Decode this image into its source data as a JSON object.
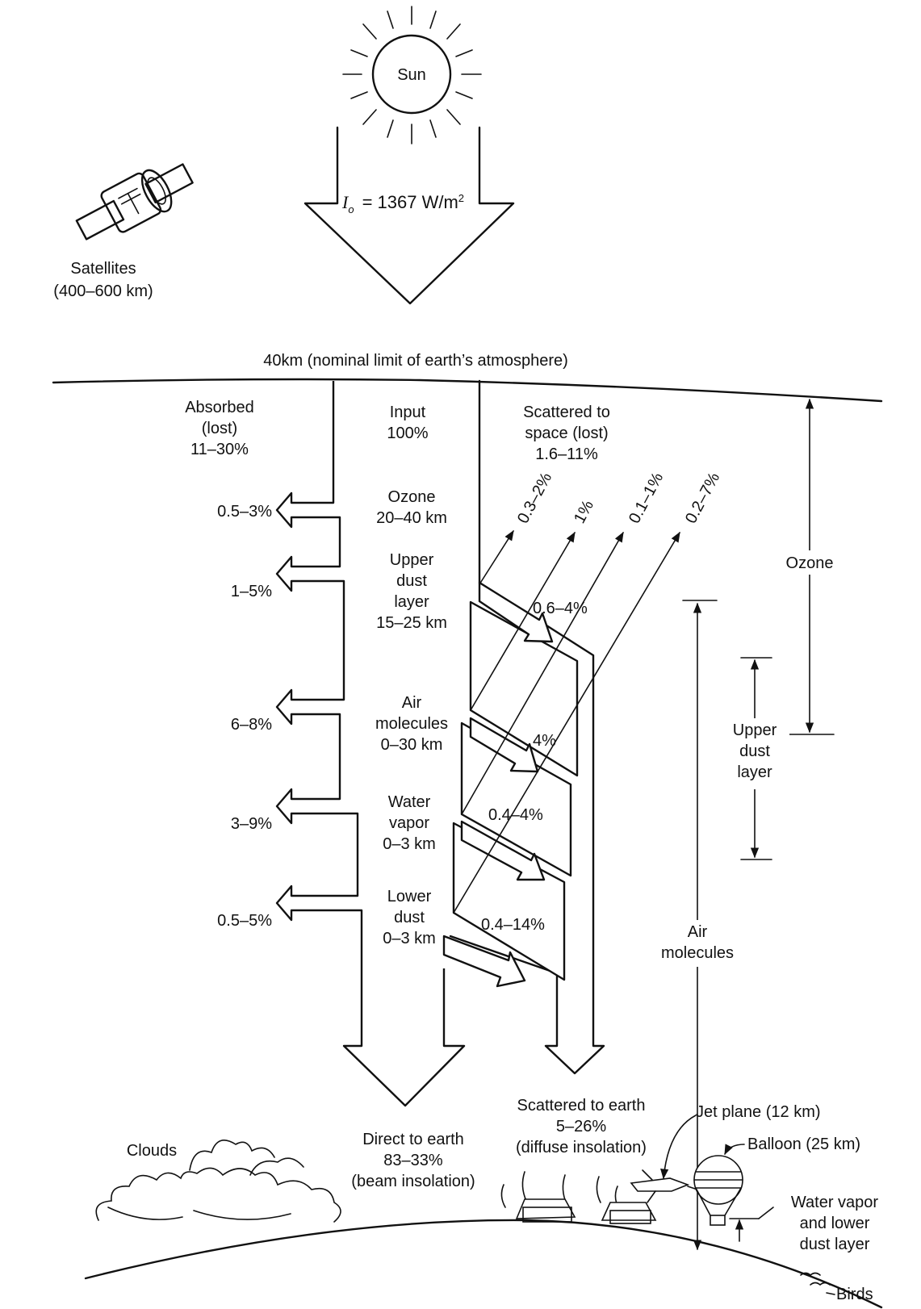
{
  "sun": {
    "label": "Sun"
  },
  "solar_constant": {
    "symbol": "I",
    "subscript": "o",
    "value": "= 1367 W/m",
    "superscript": "2"
  },
  "satellites": {
    "line1": "Satellites",
    "line2": "(400–600 km)"
  },
  "atmosphere_limit": {
    "label": "40km (nominal limit of earth’s atmosphere)"
  },
  "absorbed": {
    "line1": "Absorbed",
    "line2": "(lost)",
    "line3": "11–30%"
  },
  "input": {
    "line1": "Input",
    "line2": "100%"
  },
  "scattered_space": {
    "line1": "Scattered to",
    "line2": "space (lost)",
    "line3": "1.6–11%"
  },
  "absorbed_values": [
    "0.5–3%",
    "1–5%",
    "6–8%",
    "3–9%",
    "0.5–5%"
  ],
  "layers": [
    {
      "lines": [
        "Ozone",
        "20–40 km"
      ]
    },
    {
      "lines": [
        "Upper",
        "dust",
        "layer",
        "15–25 km"
      ]
    },
    {
      "lines": [
        "Air",
        "molecules",
        "0–30 km"
      ]
    },
    {
      "lines": [
        "Water",
        "vapor",
        "0–3 km"
      ]
    },
    {
      "lines": [
        "Lower",
        "dust",
        "0–3 km"
      ]
    }
  ],
  "space_scatter_values": [
    "0.3–2%",
    "1%",
    "0.1–1%",
    "0.2–7%"
  ],
  "earth_scatter_values": [
    "0.6–4%",
    "4%",
    "0.4–4%",
    "0.4–14%"
  ],
  "altitude_labels": {
    "ozone": "Ozone",
    "upper_dust": [
      "Upper",
      "dust",
      "layer"
    ],
    "air_molecules": [
      "Air",
      "molecules"
    ]
  },
  "direct": {
    "line1": "Direct to earth",
    "line2": "83–33%",
    "line3": "(beam insolation)"
  },
  "scattered_earth": {
    "line1": "Scattered to earth",
    "line2": "5–26%",
    "line3": "(diffuse insolation)"
  },
  "ground_labels": {
    "clouds": "Clouds",
    "jet": "Jet plane (12 km)",
    "balloon": "Balloon (25 km)",
    "water_vapor": [
      "Water vapor",
      "and lower",
      "dust layer"
    ],
    "birds": "Birds"
  }
}
